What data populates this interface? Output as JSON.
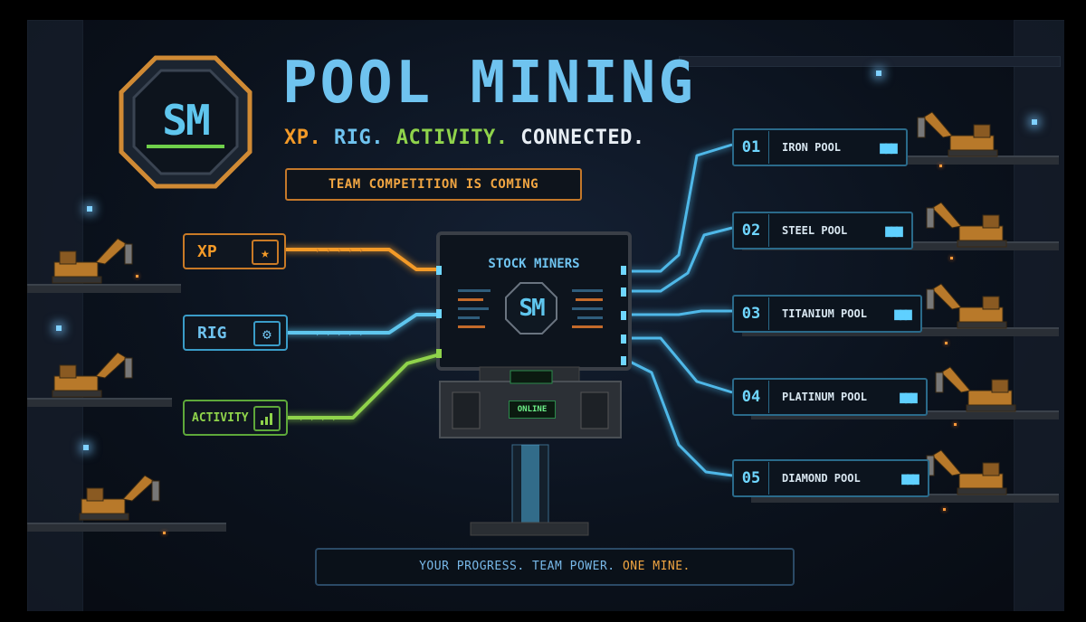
{
  "header": {
    "logo_text": "SM",
    "title": "POOL MINING",
    "tagline": {
      "xp": "XP.",
      "rig": "RIG.",
      "activity": "ACTIVITY.",
      "connected": "CONNECTED."
    },
    "announcement": "TEAM COMPETITION IS COMING"
  },
  "inputs": [
    {
      "label": "XP",
      "icon": "star-icon",
      "color": "#f39a28"
    },
    {
      "label": "RIG",
      "icon": "rig-icon",
      "color": "#5fc6ee"
    },
    {
      "label": "ACTIVITY",
      "icon": "bar-chart-icon",
      "color": "#8fd34b"
    }
  ],
  "machine": {
    "screen_title": "STOCK MINERS",
    "screen_logo": "SM",
    "status": "ONLINE"
  },
  "pools": [
    {
      "number": "01",
      "name": "IRON POOL",
      "icon": "team-icon"
    },
    {
      "number": "02",
      "name": "STEEL POOL",
      "icon": "team-icon"
    },
    {
      "number": "03",
      "name": "TITANIUM POOL",
      "icon": "team-icon"
    },
    {
      "number": "04",
      "name": "PLATINUM POOL",
      "icon": "team-icon"
    },
    {
      "number": "05",
      "name": "DIAMOND POOL",
      "icon": "team-icon"
    }
  ],
  "footer": {
    "part1": "YOUR PROGRESS. TEAM POWER.",
    "part2": "ONE MINE."
  },
  "colors": {
    "blue": "#6fc3ef",
    "orange": "#f39a28",
    "green": "#8fd34b",
    "background": "#0b121d"
  }
}
